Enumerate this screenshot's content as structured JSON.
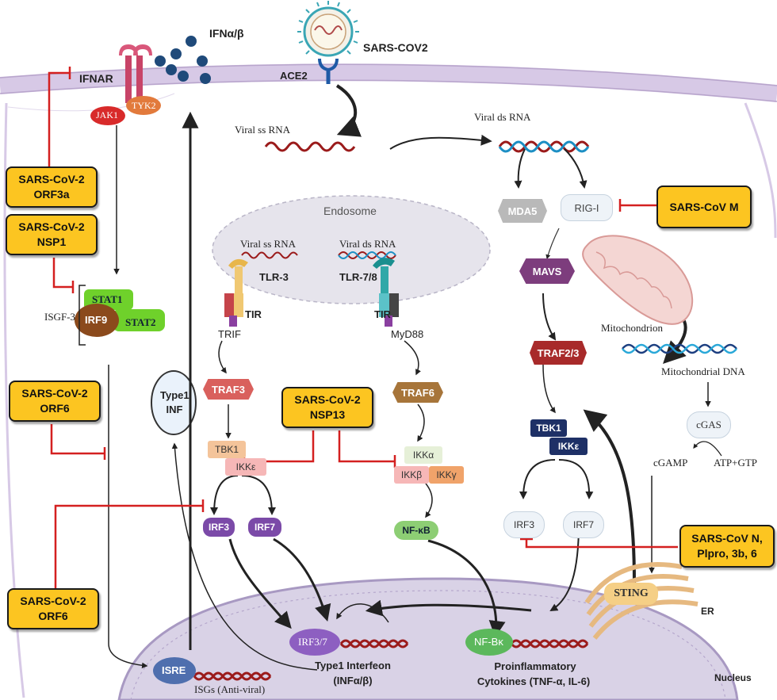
{
  "receptor": {
    "ifnar": "IFNAR",
    "jak1": "JAK1",
    "tyk2": "TYK2",
    "ifn_ab": "IFNα/β"
  },
  "virus": {
    "name": "SARS-COV2",
    "ace2": "ACE2"
  },
  "rna": {
    "viral_ss_top": "Viral ss RNA",
    "viral_ds_top": "Viral ds RNA",
    "viral_ss_endo": "Viral ss RNA",
    "viral_ds_endo": "Viral ds RNA"
  },
  "endosome": {
    "label": "Endosome",
    "tlr3": "TLR-3",
    "tlr78": "TLR-7/8",
    "tir_left": "TIR",
    "tir_right": "TIR",
    "trif": "TRIF",
    "myd88": "MyD88"
  },
  "isgf3": {
    "label": "ISGF-3",
    "stat1": "STAT1",
    "stat2": "STAT2",
    "irf9": "IRF9"
  },
  "type1_inf": {
    "line1": "Type1",
    "line2": "INF"
  },
  "tlr3_path": {
    "traf3": "TRAF3",
    "tbk1": "TBK1",
    "ikke": "IKKε",
    "irf3": "IRF3",
    "irf7": "IRF7"
  },
  "tlr7_path": {
    "traf6": "TRAF6",
    "ikka": "IKKα",
    "ikkb": "IKKβ",
    "ikkg": "IKKγ",
    "nfkb": "NF-κB"
  },
  "rlr_path": {
    "mda5": "MDA5",
    "rigi": "RIG-I",
    "mavs": "MAVS",
    "traf23": "TRAF2/3",
    "tbk1": "TBK1",
    "ikke": "IKKε",
    "irf3": "IRF3",
    "irf7": "IRF7",
    "mitochondrion": "Mitochondrion",
    "mito_dna": "Mitochondrial DNA",
    "cgas": "cGAS",
    "cgamp": "cGAMP",
    "atp_gtp": "ATP+GTP",
    "sting": "STING",
    "er": "ER"
  },
  "nucleus": {
    "label": "Nucleus",
    "isre": "ISRE",
    "isgs": "ISGs (Anti-viral)",
    "irf37": "IRF3/7",
    "type1_interferon_1": "Type1 Interfeon",
    "type1_interferon_2": "(INFα/β)",
    "nfbk": "NF-Bκ",
    "proinf_1": "Proinflammatory",
    "proinf_2": "Cytokines (TNF-α, IL-6)"
  },
  "inhibitors": {
    "orf3a": {
      "line1": "SARS-CoV-2",
      "line2": "ORF3a"
    },
    "nsp1": {
      "line1": "SARS-CoV-2",
      "line2": "NSP1"
    },
    "orf6_top": {
      "line1": "SARS-CoV-2",
      "line2": "ORF6"
    },
    "nsp13": {
      "line1": "SARS-CoV-2",
      "line2": "NSP13"
    },
    "orf6_bottom": {
      "line1": "SARS-CoV-2",
      "line2": "ORF6"
    },
    "cov_m": {
      "line1": "SARS-CoV M"
    },
    "cov_n": {
      "line1": "SARS-CoV N,",
      "line2": "Plpro, 3b, 6"
    }
  },
  "colors": {
    "inhibitor_fill": "#fcc521",
    "inhibition_line": "#d42020",
    "membrane": "#e6dcef",
    "nucleus": "#dcd4e8",
    "rna_red": "#9b1b1b",
    "rna_blue": "#1d8fc4"
  }
}
